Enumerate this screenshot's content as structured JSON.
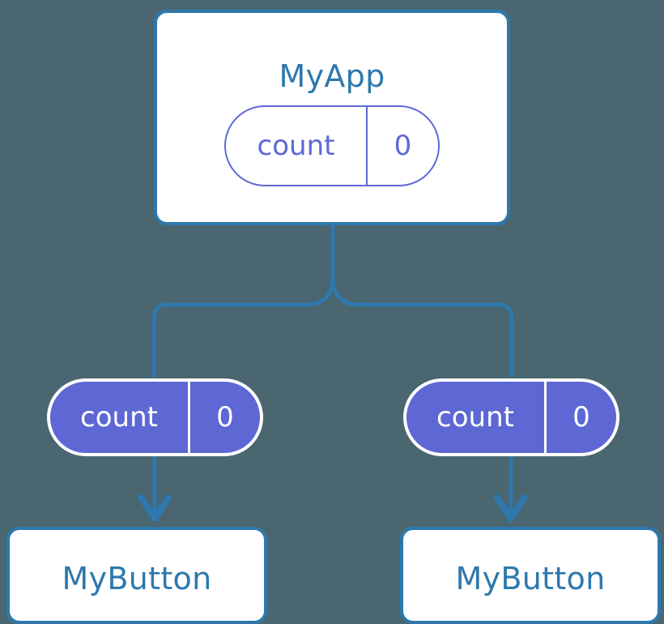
{
  "diagram": {
    "type": "component-state-flow-tree",
    "background_color": "#4a6670",
    "accent_blue": "#2e78ad",
    "accent_purple": "#5d68d4",
    "root": {
      "title": "MyApp",
      "state": {
        "key": "count",
        "value": "0"
      }
    },
    "children": [
      {
        "props": {
          "key": "count",
          "value": "0"
        },
        "title": "MyButton"
      },
      {
        "props": {
          "key": "count",
          "value": "0"
        },
        "title": "MyButton"
      }
    ],
    "connectors": {
      "branch_label": "state-passed-down",
      "arrow_label": "props-arrow"
    }
  }
}
